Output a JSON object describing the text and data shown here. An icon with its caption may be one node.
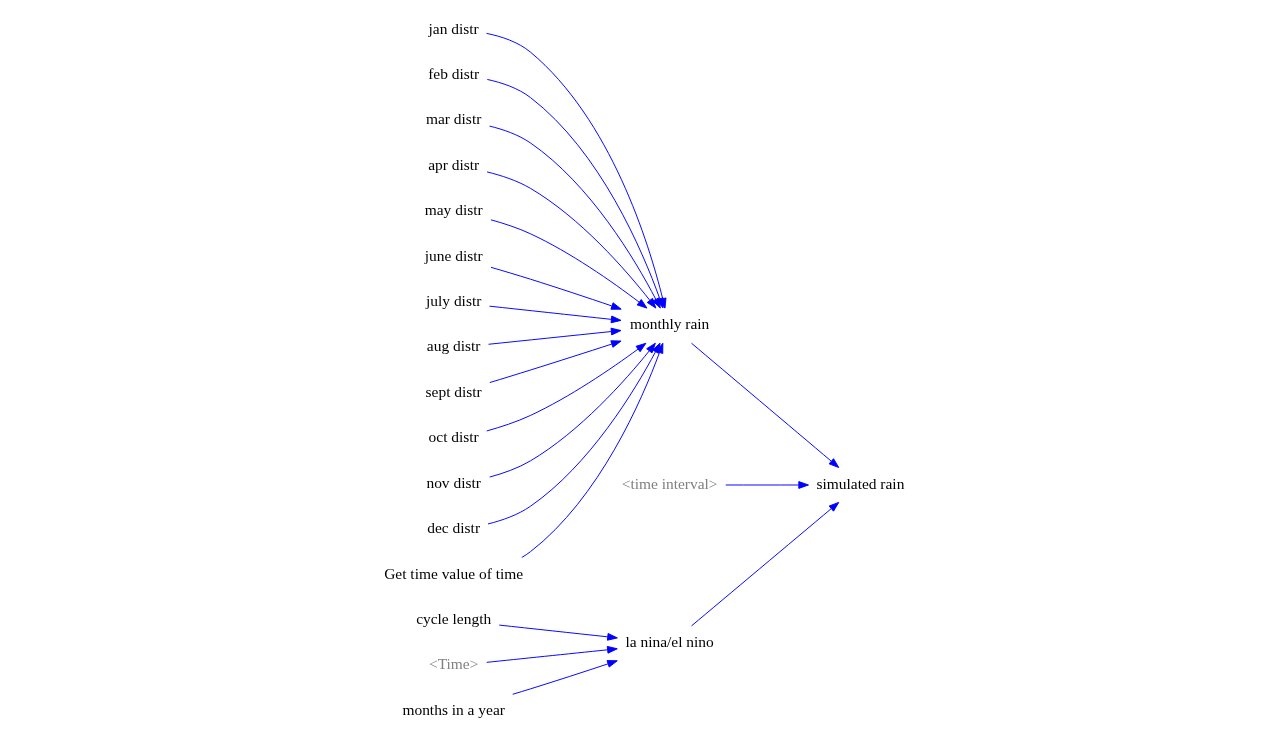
{
  "diagram": {
    "nodes": [
      {
        "text": [
          "jan distr"
        ]
      },
      {
        "text": [
          "feb distr"
        ]
      },
      {
        "text": [
          "mar distr"
        ]
      },
      {
        "text": [
          "apr distr"
        ]
      },
      {
        "text": [
          "may distr"
        ]
      },
      {
        "text": [
          "june distr"
        ]
      },
      {
        "text": [
          "july distr"
        ]
      },
      {
        "text": [
          "aug distr"
        ]
      },
      {
        "text": [
          "sept distr"
        ]
      },
      {
        "text": [
          "oct distr"
        ]
      },
      {
        "text": [
          "nov distr"
        ]
      },
      {
        "text": [
          "dec distr"
        ]
      },
      {
        "text": [
          "monthly rain"
        ]
      },
      {
        "text": [
          "Get time value of time"
        ]
      },
      {
        "text": [
          "simulated rain"
        ]
      },
      {
        "text": [
          "<time interval>"
        ]
      },
      {
        "text": [
          "la nina/el nino"
        ]
      },
      {
        "text": [
          "cycle length"
        ]
      },
      {
        "text": [
          "<Time>"
        ]
      },
      {
        "text": [
          "months in a year"
        ]
      }
    ],
    "edges": [
      {
        "from": 0,
        "to": 12,
        "arrow": "to"
      },
      {
        "from": 1,
        "to": 12,
        "arrow": "to"
      },
      {
        "from": 2,
        "to": 12,
        "arrow": "to"
      },
      {
        "from": 3,
        "to": 12,
        "arrow": "to"
      },
      {
        "from": 4,
        "to": 12,
        "arrow": "to"
      },
      {
        "from": 5,
        "to": 12,
        "arrow": "to"
      },
      {
        "from": 6,
        "to": 12,
        "arrow": "to"
      },
      {
        "from": 7,
        "to": 12,
        "arrow": "to"
      },
      {
        "from": 8,
        "to": 12,
        "arrow": "to"
      },
      {
        "from": 9,
        "to": 12,
        "arrow": "to"
      },
      {
        "from": 10,
        "to": 12,
        "arrow": "to"
      },
      {
        "from": 11,
        "to": 12,
        "arrow": "to"
      },
      {
        "from": 13,
        "to": 12,
        "arrow": "to"
      },
      {
        "from": 12,
        "to": 14,
        "arrow": "to"
      },
      {
        "from": 15,
        "to": 14,
        "arrow": "to"
      },
      {
        "from": 16,
        "to": 14,
        "arrow": "to"
      },
      {
        "from": 17,
        "to": 16,
        "arrow": "to"
      },
      {
        "from": 18,
        "to": 16,
        "arrow": "to"
      },
      {
        "from": 19,
        "to": 16,
        "arrow": "to"
      }
    ]
  }
}
